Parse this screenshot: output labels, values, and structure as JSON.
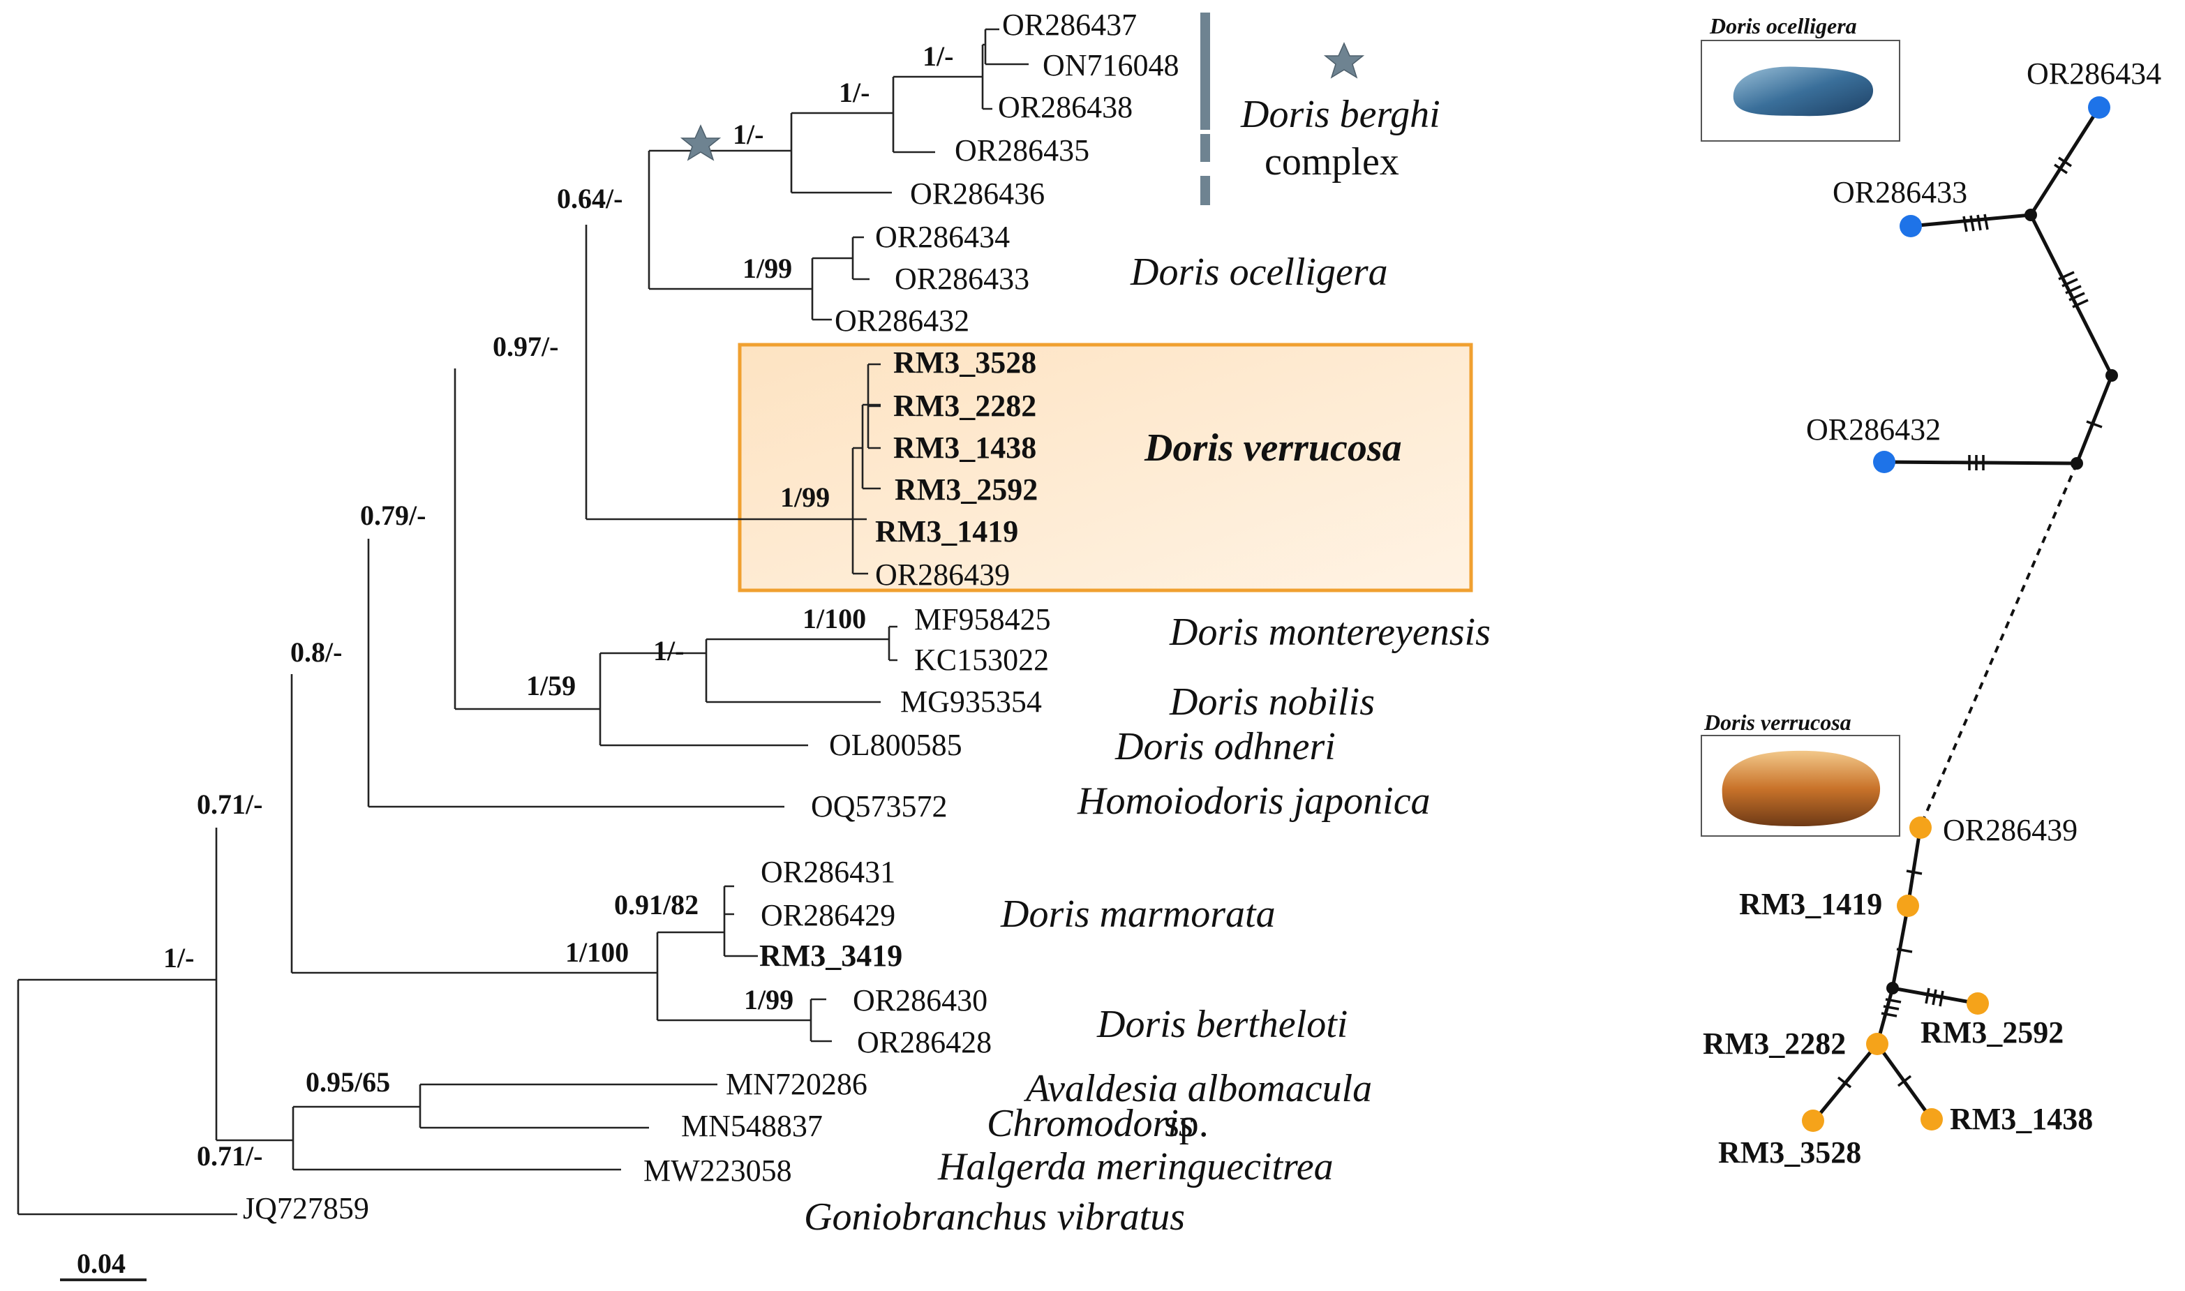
{
  "tips": {
    "OR286437": "OR286437",
    "ON716048": "ON716048",
    "OR286438": "OR286438",
    "OR286435": "OR286435",
    "OR286436": "OR286436",
    "OR286434": "OR286434",
    "OR286433": "OR286433",
    "OR286432": "OR286432",
    "RM3_3528": "RM3_3528",
    "RM3_2282": "RM3_2282",
    "RM3_1438": "RM3_1438",
    "RM3_2592": "RM3_2592",
    "RM3_1419": "RM3_1419",
    "OR286439": "OR286439",
    "MF958425": "MF958425",
    "KC153022": "KC153022",
    "MG935354": "MG935354",
    "OL800585": "OL800585",
    "OQ573572": "OQ573572",
    "OR286431": "OR286431",
    "OR286429": "OR286429",
    "RM3_3419": "RM3_3419",
    "OR286430": "OR286430",
    "OR286428": "OR286428",
    "MN720286": "MN720286",
    "MN548837": "MN548837",
    "MW223058": "MW223058",
    "JQ727859": "JQ727859"
  },
  "supports": {
    "s1": "1/-",
    "s2": "1/-",
    "s3": "1/-",
    "s4": "0.64/-",
    "s5": "1/99",
    "s6": "0.97/-",
    "s7": "1/99",
    "s8": "0.79/-",
    "s9": "1/100",
    "s10": "1/-",
    "s11": "1/59",
    "s12": "0.8/-",
    "s13": "0.71/-",
    "s14": "0.91/82",
    "s15": "1/100",
    "s16": "1/99",
    "s17": "1/-",
    "s18": "0.95/65",
    "s19": "0.71/-"
  },
  "species": {
    "berghi": "Doris berghi",
    "berghi_complex": "complex",
    "ocelligera": "Doris ocelligera",
    "verrucosa": "Doris verrucosa",
    "montereyensis": "Doris montereyensis",
    "nobilis": "Doris nobilis",
    "odhneri": "Doris odhneri",
    "japonica": "Homoiodoris japonica",
    "marmorata": "Doris marmorata",
    "bertheloti": "Doris bertheloti",
    "albomacula": "Avaldesia albomacula",
    "chromodoris": "Chromodoris",
    "chromodoris_sp": "sp.",
    "halgerda": "Halgerda meringuecitrea",
    "goniobranchus": "Goniobranchus vibratus"
  },
  "scale_bar": "0.04",
  "network": {
    "photo_ocelligera": "Doris ocelligera",
    "photo_verrucosa": "Doris verrucosa",
    "OR286434": "OR286434",
    "OR286433": "OR286433",
    "OR286432": "OR286432",
    "OR286439": "OR286439",
    "RM3_1419": "RM3_1419",
    "RM3_2282": "RM3_2282",
    "RM3_2592": "RM3_2592",
    "RM3_3528": "RM3_3528",
    "RM3_1438": "RM3_1438"
  },
  "colors": {
    "highlight_fill": "#fde9d0",
    "highlight_border": "#f0a030",
    "bar_color": "#6e8391",
    "star_color": "#6e8391",
    "blue_node": "#1e73e8",
    "orange_node": "#f5a31a",
    "median_node": "#111111"
  }
}
